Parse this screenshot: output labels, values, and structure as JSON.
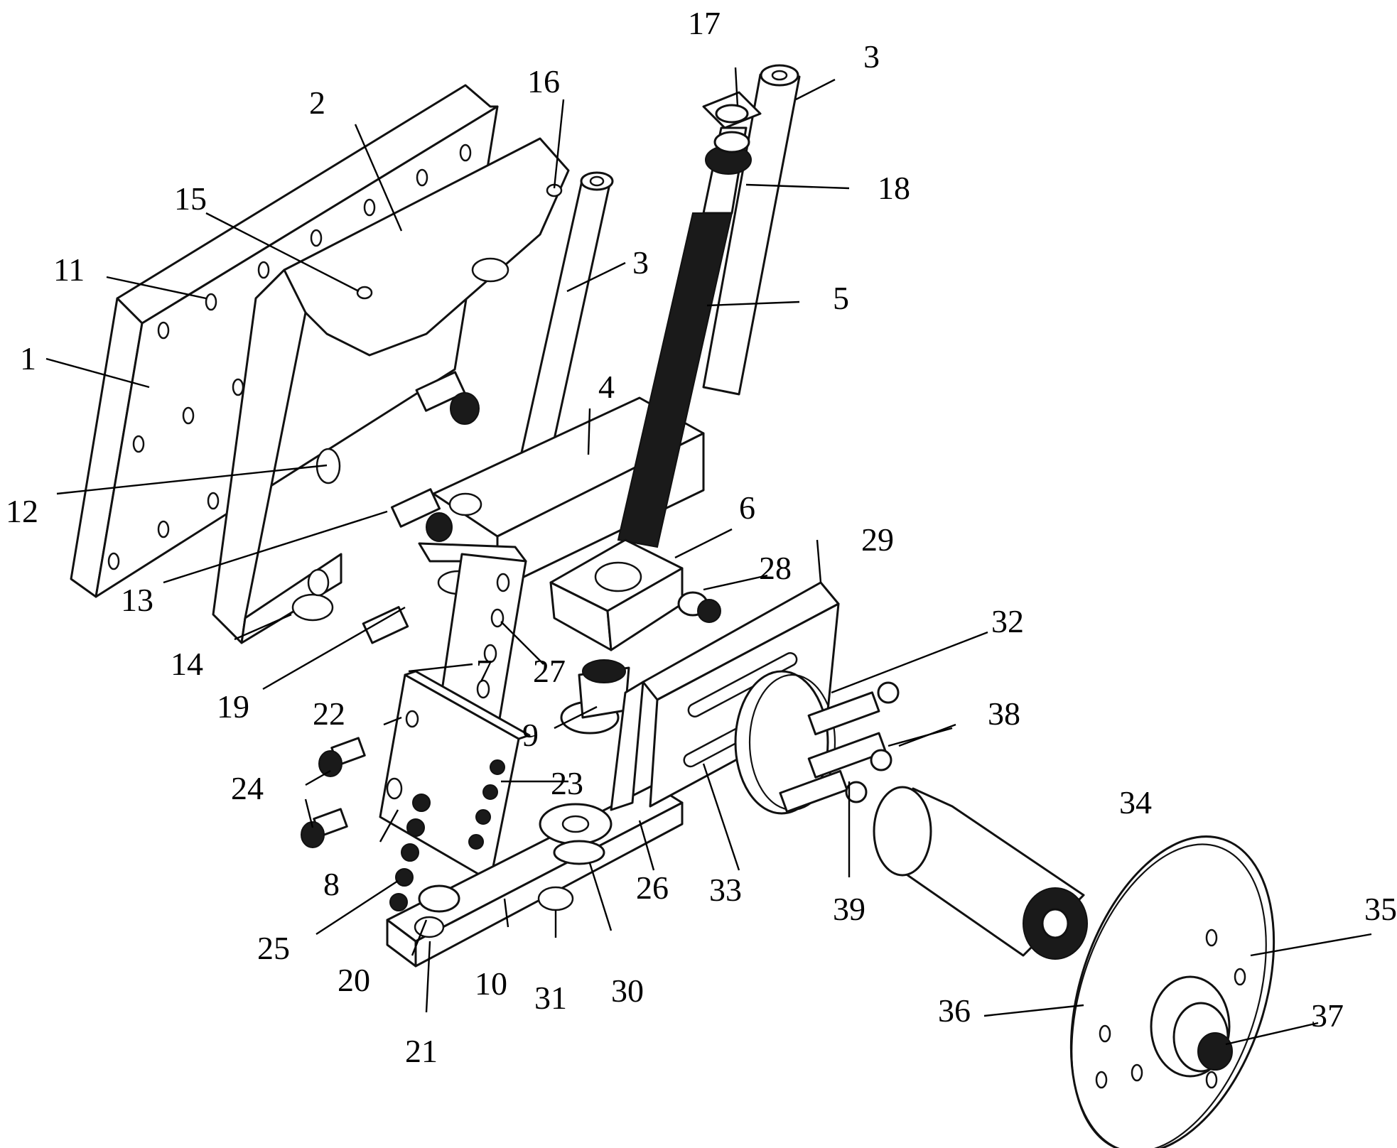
{
  "labels": [
    {
      "id": "label-1",
      "text": "1"
    },
    {
      "id": "label-2",
      "text": "2"
    },
    {
      "id": "label-3a",
      "text": "3"
    },
    {
      "id": "label-3b",
      "text": "3"
    },
    {
      "id": "label-4",
      "text": "4"
    },
    {
      "id": "label-5",
      "text": "5"
    },
    {
      "id": "label-6",
      "text": "6"
    },
    {
      "id": "label-7",
      "text": "7"
    },
    {
      "id": "label-8",
      "text": "8"
    },
    {
      "id": "label-9",
      "text": "9"
    },
    {
      "id": "label-10",
      "text": "10"
    },
    {
      "id": "label-11",
      "text": "11"
    },
    {
      "id": "label-12",
      "text": "12"
    },
    {
      "id": "label-13",
      "text": "13"
    },
    {
      "id": "label-14",
      "text": "14"
    },
    {
      "id": "label-15",
      "text": "15"
    },
    {
      "id": "label-16",
      "text": "16"
    },
    {
      "id": "label-17",
      "text": "17"
    },
    {
      "id": "label-18",
      "text": "18"
    },
    {
      "id": "label-19",
      "text": "19"
    },
    {
      "id": "label-20",
      "text": "20"
    },
    {
      "id": "label-21",
      "text": "21"
    },
    {
      "id": "label-22",
      "text": "22"
    },
    {
      "id": "label-23",
      "text": "23"
    },
    {
      "id": "label-24",
      "text": "24"
    },
    {
      "id": "label-25",
      "text": "25"
    },
    {
      "id": "label-26",
      "text": "26"
    },
    {
      "id": "label-27",
      "text": "27"
    },
    {
      "id": "label-28",
      "text": "28"
    },
    {
      "id": "label-29",
      "text": "29"
    },
    {
      "id": "label-30",
      "text": "30"
    },
    {
      "id": "label-31",
      "text": "31"
    },
    {
      "id": "label-32",
      "text": "32"
    },
    {
      "id": "label-33",
      "text": "33"
    },
    {
      "id": "label-34",
      "text": "34"
    },
    {
      "id": "label-35",
      "text": "35"
    },
    {
      "id": "label-36",
      "text": "36"
    },
    {
      "id": "label-37",
      "text": "37"
    },
    {
      "id": "label-38",
      "text": "38"
    },
    {
      "id": "label-39",
      "text": "39"
    }
  ]
}
